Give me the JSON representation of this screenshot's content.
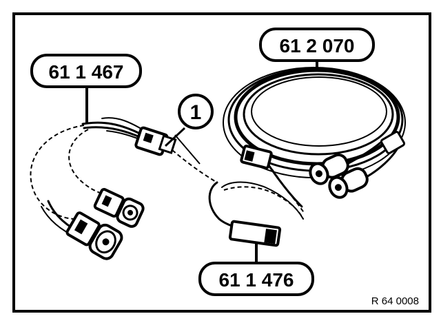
{
  "labels": {
    "part_a": "61 1 467",
    "part_b": "61 2 070",
    "part_c": "61 1 476",
    "callout": "1"
  },
  "reference": "R 64 0008",
  "colors": {
    "ink": "#000000",
    "paper": "#ffffff"
  }
}
